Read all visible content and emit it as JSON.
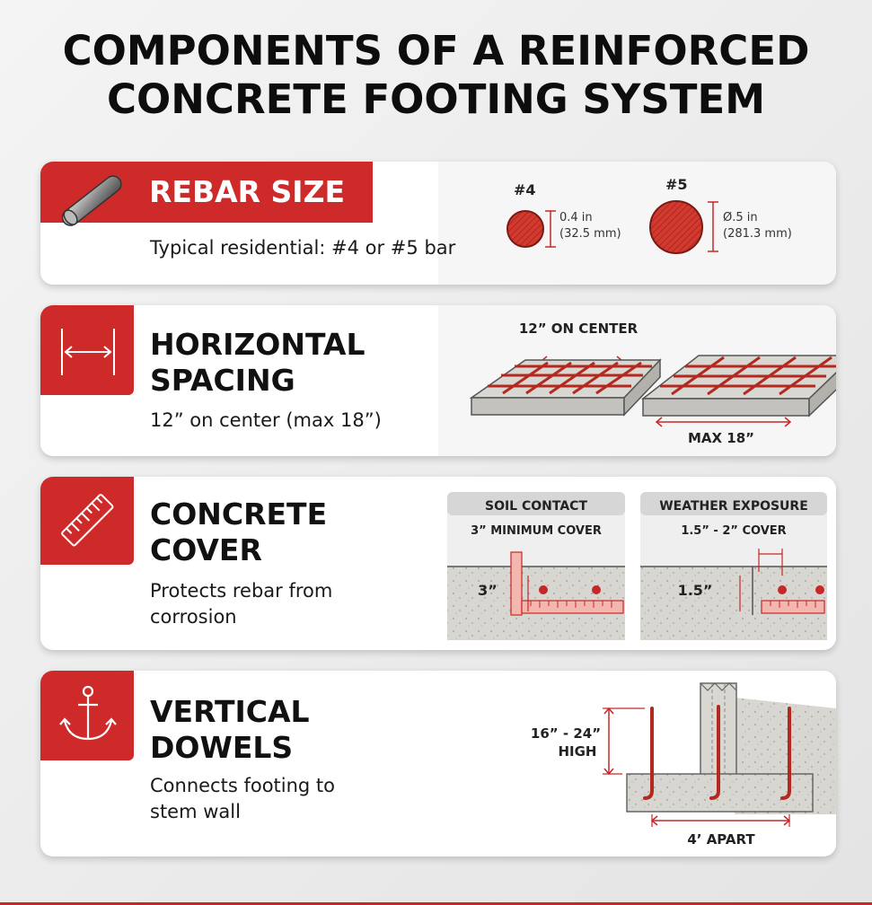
{
  "title": {
    "line1": "COMPONENTS OF A REINFORCED",
    "line2": "CONCRETE FOOTING SYSTEM"
  },
  "colors": {
    "accent": "#cf2a2a",
    "dark": "#111111",
    "concrete": "#d6d4cf"
  },
  "rebar": {
    "heading": "REBAR SIZE",
    "description": "Typical residential: #4 or #5 bar",
    "icon": "rebar-rod-icon",
    "bar4": {
      "label": "#4",
      "dim1": "0.4 in",
      "dim2": "(32.5 mm)"
    },
    "bar5": {
      "label": "#5",
      "dim1": "Ø.5 in",
      "dim2": "(281.3 mm)"
    }
  },
  "spacing": {
    "heading1": "HORIZONTAL",
    "heading2": "SPACING",
    "description": "12” on center (max 18”)",
    "icon": "horizontal-dimension-icon",
    "label_center": "12” ON CENTER",
    "label_max": "MAX 18”"
  },
  "cover": {
    "heading1": "CONCRETE",
    "heading2": "COVER",
    "desc1": "Protects rebar from",
    "desc2": "corrosion",
    "icon": "ruler-icon",
    "soil": {
      "title": "SOIL CONTACT",
      "subtitle": "3” MINIMUM COVER",
      "dim": "3”"
    },
    "weather": {
      "title": "WEATHER EXPOSURE",
      "subtitle": "1.5” - 2” COVER",
      "dim": "1.5”"
    }
  },
  "dowels": {
    "heading1": "VERTICAL",
    "heading2": "DOWELS",
    "desc1": "Connects footing to",
    "desc2": "stem wall",
    "icon": "anchor-icon",
    "height1": "16” - 24”",
    "height2": "HIGH",
    "apart": "4’ APART"
  }
}
